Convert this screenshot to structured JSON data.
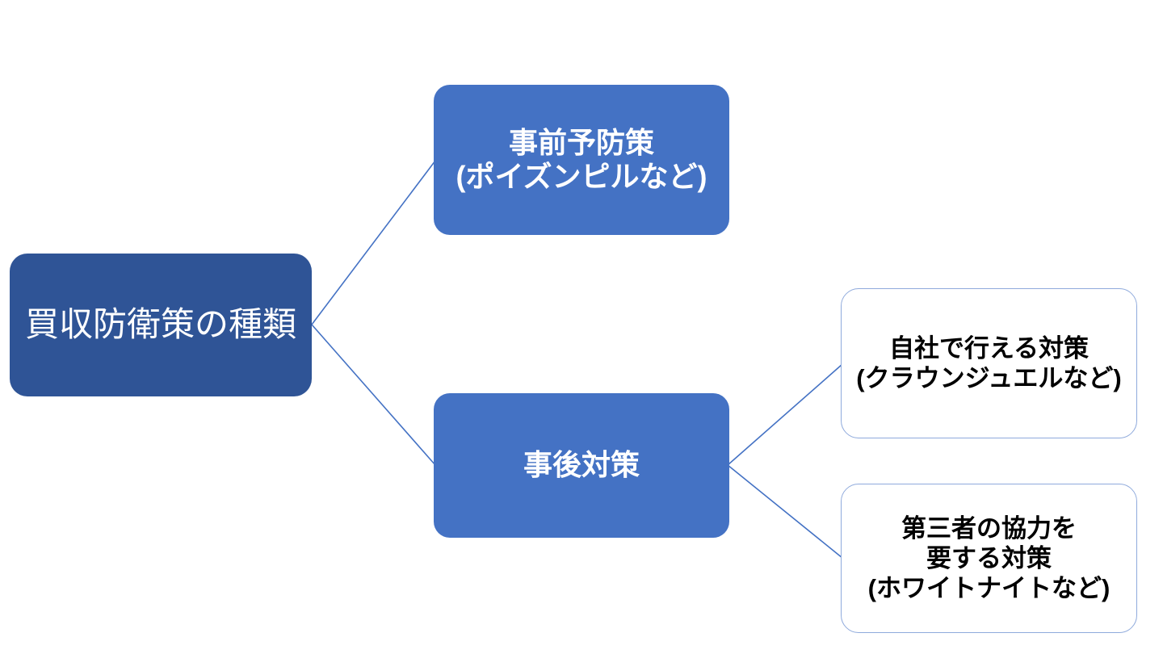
{
  "diagram": {
    "type": "hierarchy-tree",
    "orientation": "left-to-right",
    "colors": {
      "background": "#FFFFFF",
      "root_fill": "#2F5496",
      "branch_fill": "#4472C4",
      "leaf_fill": "#FFFFFF",
      "leaf_border": "#8FAADC",
      "connector": "#4472C4",
      "text_on_blue": "#FFFFFF",
      "text_on_white": "#000000"
    },
    "nodes": {
      "root": {
        "lines": [
          "買収防衛策の種類"
        ]
      },
      "pre": {
        "lines": [
          "事前予防策",
          "(ポイズンピルなど)"
        ]
      },
      "post": {
        "lines": [
          "事後対策"
        ]
      },
      "self": {
        "lines": [
          "自社で行える対策",
          "(クラウンジュエルなど)"
        ]
      },
      "third": {
        "lines": [
          "第三者の協力を",
          "要する対策",
          "(ホワイトナイトなど)"
        ]
      }
    },
    "edges": [
      {
        "from": "root",
        "to": "pre"
      },
      {
        "from": "root",
        "to": "post"
      },
      {
        "from": "post",
        "to": "self"
      },
      {
        "from": "post",
        "to": "third"
      }
    ]
  }
}
